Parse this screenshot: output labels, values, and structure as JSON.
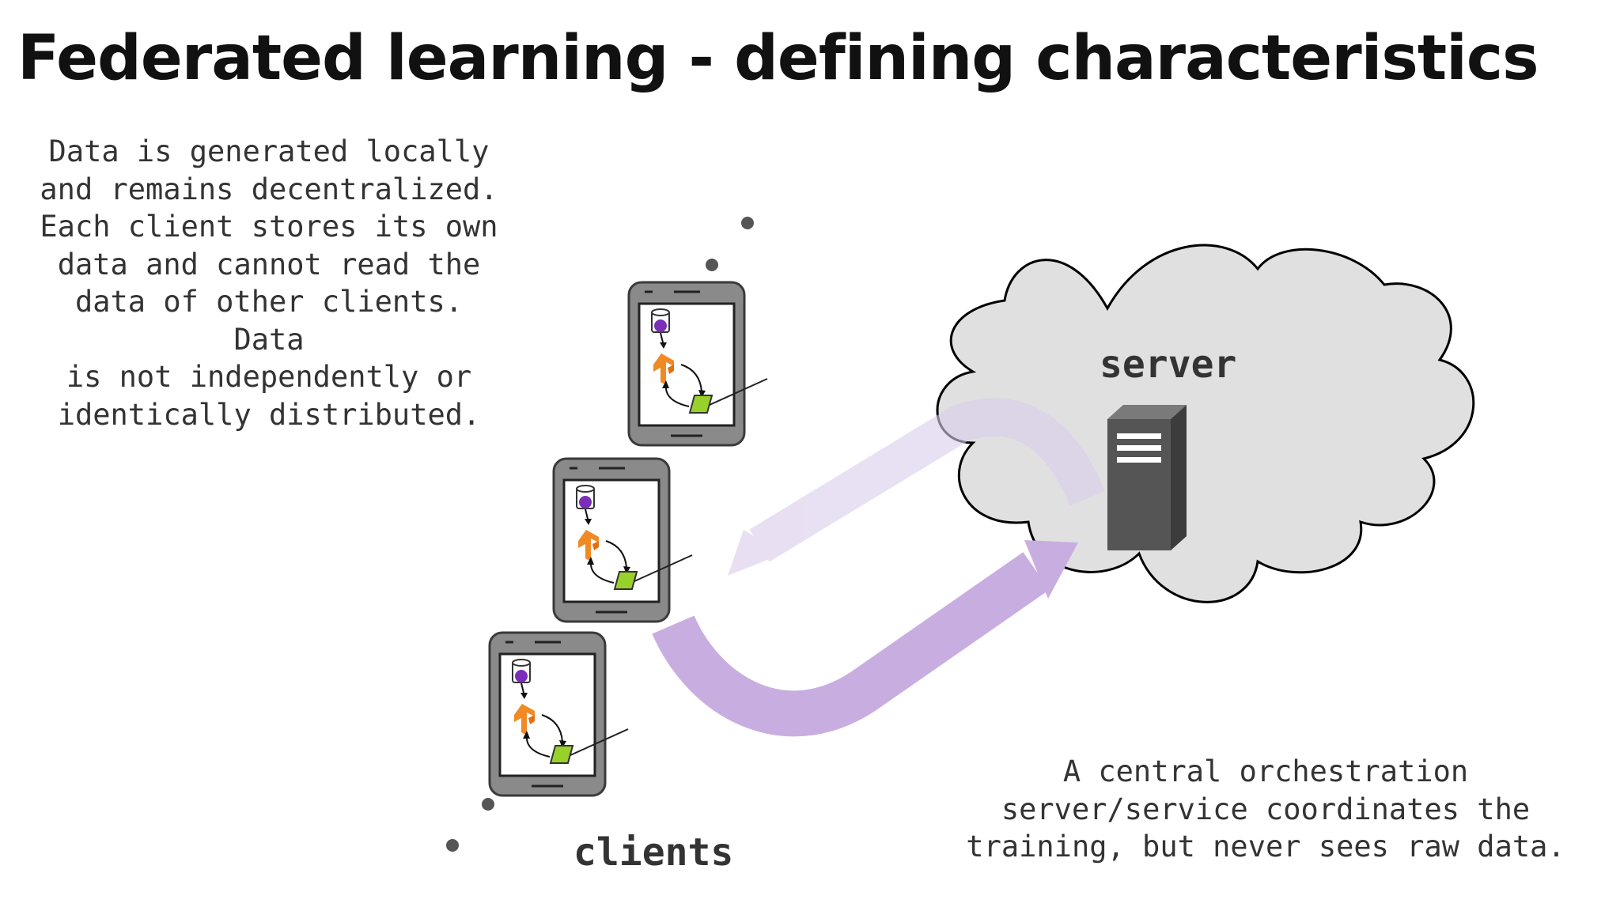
{
  "slide": {
    "title": "Federated learning - defining characteristics",
    "left_description": "Data is generated locally\nand remains decentralized.\nEach client stores its own\ndata and cannot read the\ndata of other clients. Data\nis not independently or\nidentically distributed.",
    "right_description": "A central orchestration\nserver/service coordinates the\ntraining, but never sees raw data."
  },
  "diagram": {
    "server_label": "server",
    "clients_label": "clients",
    "colors": {
      "cloud_fill": "#e0e0e0",
      "cloud_stroke": "#000000",
      "arrow_upload": "#c8aee0",
      "arrow_download": "#e6ddf1",
      "server_body": "#555555",
      "phone_frame": "#888888",
      "tf_logo": "#f08a24",
      "model_chip": "#99d12b",
      "data_dot": "#7b2fb8"
    },
    "icons": [
      "cloud-icon",
      "server-icon",
      "phone-icon",
      "database-icon",
      "tensorflow-icon",
      "model-icon"
    ]
  }
}
